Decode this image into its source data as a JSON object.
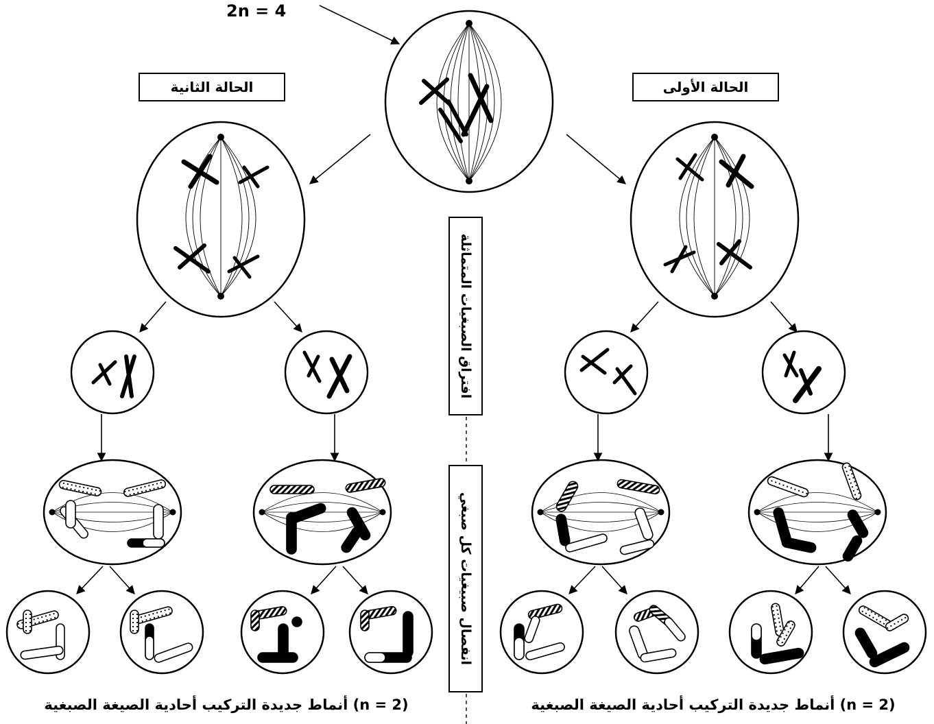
{
  "top_label": "2n = 4",
  "case_left": "الحالة الثانية",
  "case_right": "الحالة الأولى",
  "phase1_label": "افتراق الصبغيات المتماثلة",
  "phase2_label": "انفصال صبيغيات كل صبغي",
  "bottom_left": "أنماط جديدة التركيب أحادية الصيغة الصبغية (n = 2)",
  "bottom_right": "أنماط جديدة التركيب أحادية الصيغة الصبغية (n = 2)"
}
